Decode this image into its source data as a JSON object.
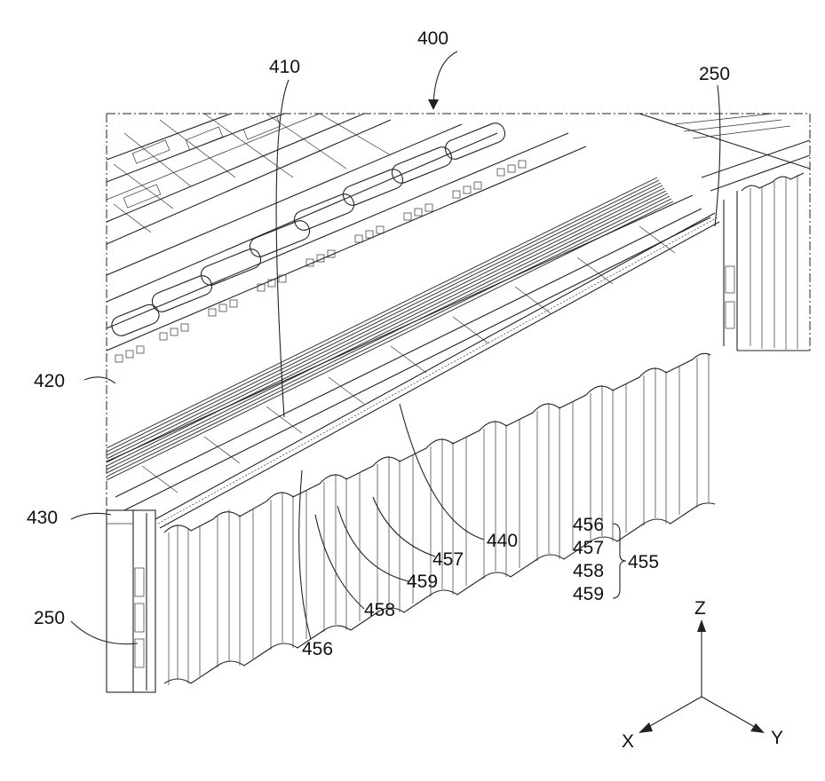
{
  "labels": {
    "assembly": "400",
    "top_cover": "410",
    "cover_segment": "420",
    "side_plate": "430",
    "rail": "440",
    "side_part_top": "250",
    "side_part_bottom": "250",
    "callout_457": "457",
    "callout_459": "459",
    "callout_458": "458",
    "callout_456": "456"
  },
  "legend": {
    "items": [
      "456",
      "457",
      "458",
      "459"
    ],
    "group": "455"
  },
  "axes": {
    "z": "Z",
    "x": "X",
    "y": "Y"
  }
}
